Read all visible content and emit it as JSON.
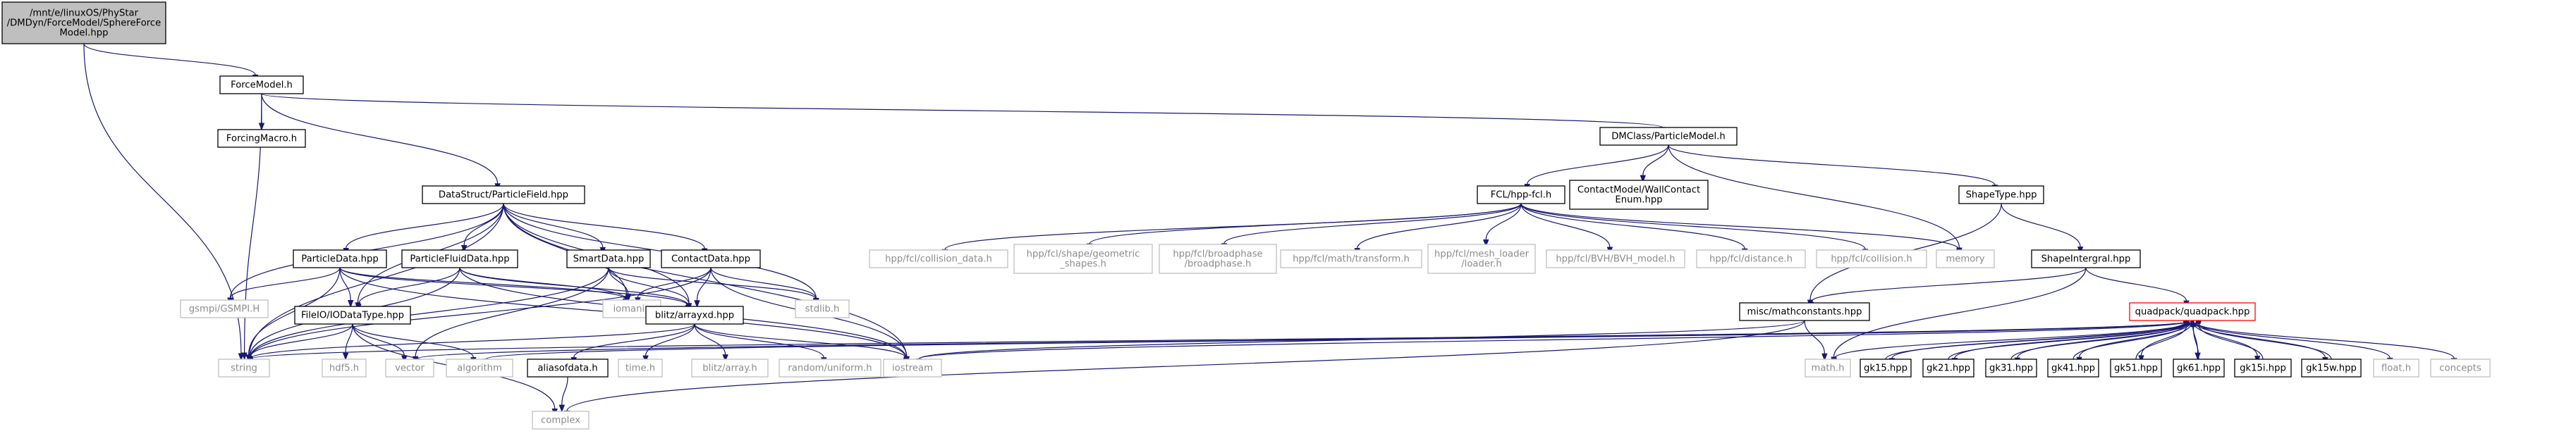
{
  "graph": {
    "nodes": [
      {
        "id": "root",
        "lines": [
          "/mnt/e/linuxOS/PhyStar",
          "/DMDyn/ForceModel/SphereForce",
          "Model.hpp"
        ],
        "style": "root"
      },
      {
        "id": "forcemodel",
        "lines": [
          "ForceModel.h"
        ],
        "style": "doc"
      },
      {
        "id": "forcingmacro",
        "lines": [
          "ForcingMacro.h"
        ],
        "style": "doc"
      },
      {
        "id": "particlefield",
        "lines": [
          "DataStruct/ParticleField.hpp"
        ],
        "style": "doc"
      },
      {
        "id": "particledata",
        "lines": [
          "ParticleData.hpp"
        ],
        "style": "doc"
      },
      {
        "id": "particlefluiddata",
        "lines": [
          "ParticleFluidData.hpp"
        ],
        "style": "doc"
      },
      {
        "id": "smartdata",
        "lines": [
          "SmartData.hpp"
        ],
        "style": "doc"
      },
      {
        "id": "contactdata",
        "lines": [
          "ContactData.hpp"
        ],
        "style": "doc"
      },
      {
        "id": "gsmpi",
        "lines": [
          "gsmpi/GSMPI.H"
        ],
        "style": "ext"
      },
      {
        "id": "fileio",
        "lines": [
          "FileIO/IODataType.hpp"
        ],
        "style": "doc"
      },
      {
        "id": "iomanip",
        "lines": [
          "iomanip"
        ],
        "style": "ext"
      },
      {
        "id": "blitz",
        "lines": [
          "blitz/arrayxd.hpp"
        ],
        "style": "doc"
      },
      {
        "id": "stdlib",
        "lines": [
          "stdlib.h"
        ],
        "style": "ext"
      },
      {
        "id": "string",
        "lines": [
          "string"
        ],
        "style": "ext"
      },
      {
        "id": "hdf5",
        "lines": [
          "hdf5.h"
        ],
        "style": "ext"
      },
      {
        "id": "vector",
        "lines": [
          "vector"
        ],
        "style": "ext"
      },
      {
        "id": "algorithm",
        "lines": [
          "algorithm"
        ],
        "style": "ext"
      },
      {
        "id": "aliasofdata",
        "lines": [
          "aliasofdata.h"
        ],
        "style": "doc"
      },
      {
        "id": "timeh",
        "lines": [
          "time.h"
        ],
        "style": "ext"
      },
      {
        "id": "blitzarray",
        "lines": [
          "blitz/array.h"
        ],
        "style": "ext"
      },
      {
        "id": "random",
        "lines": [
          "random/uniform.h"
        ],
        "style": "ext"
      },
      {
        "id": "iostream",
        "lines": [
          "iostream"
        ],
        "style": "ext"
      },
      {
        "id": "complex",
        "lines": [
          "complex"
        ],
        "style": "ext"
      },
      {
        "id": "dmclass",
        "lines": [
          "DMClass/ParticleModel.h"
        ],
        "style": "doc"
      },
      {
        "id": "fcl",
        "lines": [
          "FCL/hpp-fcl.h"
        ],
        "style": "doc"
      },
      {
        "id": "wallcontact",
        "lines": [
          "ContactModel/WallContact",
          "Enum.hpp"
        ],
        "style": "doc"
      },
      {
        "id": "shapetype",
        "lines": [
          "ShapeType.hpp"
        ],
        "style": "doc"
      },
      {
        "id": "coldata",
        "lines": [
          "hpp/fcl/collision_data.h"
        ],
        "style": "ext"
      },
      {
        "id": "geomshapes",
        "lines": [
          "hpp/fcl/shape/geometric",
          "_shapes.h"
        ],
        "style": "ext"
      },
      {
        "id": "broadphase",
        "lines": [
          "hpp/fcl/broadphase",
          "/broadphase.h"
        ],
        "style": "ext"
      },
      {
        "id": "transform",
        "lines": [
          "hpp/fcl/math/transform.h"
        ],
        "style": "ext"
      },
      {
        "id": "meshloader",
        "lines": [
          "hpp/fcl/mesh_loader",
          "/loader.h"
        ],
        "style": "ext"
      },
      {
        "id": "bvh",
        "lines": [
          "hpp/fcl/BVH/BVH_model.h"
        ],
        "style": "ext"
      },
      {
        "id": "distance",
        "lines": [
          "hpp/fcl/distance.h"
        ],
        "style": "ext"
      },
      {
        "id": "collision",
        "lines": [
          "hpp/fcl/collision.h"
        ],
        "style": "ext"
      },
      {
        "id": "memory",
        "lines": [
          "memory"
        ],
        "style": "ext"
      },
      {
        "id": "shapeintegral",
        "lines": [
          "ShapeIntergral.hpp"
        ],
        "style": "doc"
      },
      {
        "id": "mathconst",
        "lines": [
          "misc/mathconstants.hpp"
        ],
        "style": "doc"
      },
      {
        "id": "quadpack",
        "lines": [
          "quadpack/quadpack.hpp"
        ],
        "style": "red"
      },
      {
        "id": "mathh",
        "lines": [
          "math.h"
        ],
        "style": "ext"
      },
      {
        "id": "gk15",
        "lines": [
          "gk15.hpp"
        ],
        "style": "doc"
      },
      {
        "id": "gk21",
        "lines": [
          "gk21.hpp"
        ],
        "style": "doc"
      },
      {
        "id": "gk31",
        "lines": [
          "gk31.hpp"
        ],
        "style": "doc"
      },
      {
        "id": "gk41",
        "lines": [
          "gk41.hpp"
        ],
        "style": "doc"
      },
      {
        "id": "gk51",
        "lines": [
          "gk51.hpp"
        ],
        "style": "doc"
      },
      {
        "id": "gk61",
        "lines": [
          "gk61.hpp"
        ],
        "style": "doc"
      },
      {
        "id": "gk15i",
        "lines": [
          "gk15i.hpp"
        ],
        "style": "doc"
      },
      {
        "id": "gk15w",
        "lines": [
          "gk15w.hpp"
        ],
        "style": "doc"
      },
      {
        "id": "floath",
        "lines": [
          "float.h"
        ],
        "style": "ext"
      },
      {
        "id": "concepts",
        "lines": [
          "concepts"
        ],
        "style": "ext"
      }
    ],
    "edges": [
      [
        "root",
        "forcemodel"
      ],
      [
        "root",
        "string"
      ],
      [
        "forcemodel",
        "forcingmacro"
      ],
      [
        "forcemodel",
        "particlefield"
      ],
      [
        "forcemodel",
        "string"
      ],
      [
        "forcemodel",
        "dmclass"
      ],
      [
        "particlefield",
        "particledata"
      ],
      [
        "particlefield",
        "particlefluiddata"
      ],
      [
        "particlefield",
        "smartdata"
      ],
      [
        "particlefield",
        "contactdata"
      ],
      [
        "particlefield",
        "gsmpi"
      ],
      [
        "particlefield",
        "fileio"
      ],
      [
        "particlefield",
        "iomanip"
      ],
      [
        "particlefield",
        "blitz"
      ],
      [
        "particlefield",
        "stdlib"
      ],
      [
        "particlefield",
        "string"
      ],
      [
        "particlefield",
        "iostream"
      ],
      [
        "particledata",
        "gsmpi"
      ],
      [
        "particledata",
        "fileio"
      ],
      [
        "particledata",
        "iomanip"
      ],
      [
        "particledata",
        "blitz"
      ],
      [
        "particledata",
        "string"
      ],
      [
        "particledata",
        "iostream"
      ],
      [
        "particlefluiddata",
        "fileio"
      ],
      [
        "particlefluiddata",
        "iomanip"
      ],
      [
        "particlefluiddata",
        "blitz"
      ],
      [
        "particlefluiddata",
        "string"
      ],
      [
        "particlefluiddata",
        "iostream"
      ],
      [
        "smartdata",
        "iomanip"
      ],
      [
        "smartdata",
        "blitz"
      ],
      [
        "smartdata",
        "stdlib"
      ],
      [
        "smartdata",
        "string"
      ],
      [
        "smartdata",
        "vector"
      ],
      [
        "contactdata",
        "iomanip"
      ],
      [
        "contactdata",
        "blitz"
      ],
      [
        "contactdata",
        "stdlib"
      ],
      [
        "contactdata",
        "string"
      ],
      [
        "contactdata",
        "iostream"
      ],
      [
        "fileio",
        "string"
      ],
      [
        "fileio",
        "hdf5"
      ],
      [
        "fileio",
        "vector"
      ],
      [
        "fileio",
        "algorithm"
      ],
      [
        "fileio",
        "complex"
      ],
      [
        "blitz",
        "string"
      ],
      [
        "blitz",
        "aliasofdata"
      ],
      [
        "blitz",
        "timeh"
      ],
      [
        "blitz",
        "blitzarray"
      ],
      [
        "blitz",
        "random"
      ],
      [
        "blitz",
        "iostream"
      ],
      [
        "aliasofdata",
        "complex"
      ],
      [
        "dmclass",
        "fcl"
      ],
      [
        "dmclass",
        "wallcontact"
      ],
      [
        "dmclass",
        "shapetype"
      ],
      [
        "dmclass",
        "memory"
      ],
      [
        "fcl",
        "coldata"
      ],
      [
        "fcl",
        "geomshapes"
      ],
      [
        "fcl",
        "broadphase"
      ],
      [
        "fcl",
        "transform"
      ],
      [
        "fcl",
        "meshloader"
      ],
      [
        "fcl",
        "bvh"
      ],
      [
        "fcl",
        "distance"
      ],
      [
        "fcl",
        "collision"
      ],
      [
        "fcl",
        "memory"
      ],
      [
        "shapetype",
        "shapeintegral"
      ],
      [
        "shapetype",
        "mathconst"
      ],
      [
        "shapeintegral",
        "mathconst"
      ],
      [
        "shapeintegral",
        "quadpack"
      ],
      [
        "shapeintegral",
        "mathh"
      ],
      [
        "mathconst",
        "mathh"
      ],
      [
        "mathconst",
        "iostream"
      ],
      [
        "mathconst",
        "complex"
      ],
      [
        "quadpack",
        "mathh"
      ],
      [
        "quadpack",
        "gk15"
      ],
      [
        "quadpack",
        "gk21"
      ],
      [
        "quadpack",
        "gk31"
      ],
      [
        "quadpack",
        "gk41"
      ],
      [
        "quadpack",
        "gk51"
      ],
      [
        "quadpack",
        "gk61"
      ],
      [
        "quadpack",
        "gk15i"
      ],
      [
        "quadpack",
        "gk15w"
      ],
      [
        "quadpack",
        "floath"
      ],
      [
        "quadpack",
        "concepts"
      ],
      [
        "quadpack",
        "string"
      ],
      [
        "quadpack",
        "vector"
      ],
      [
        "quadpack",
        "algorithm"
      ],
      [
        "quadpack",
        "iostream"
      ],
      [
        "gk15",
        "quadpack"
      ],
      [
        "gk21",
        "quadpack"
      ],
      [
        "gk31",
        "quadpack"
      ],
      [
        "gk41",
        "quadpack"
      ],
      [
        "gk51",
        "quadpack"
      ],
      [
        "gk61",
        "quadpack"
      ],
      [
        "gk15i",
        "quadpack"
      ],
      [
        "gk15w",
        "quadpack"
      ]
    ]
  }
}
